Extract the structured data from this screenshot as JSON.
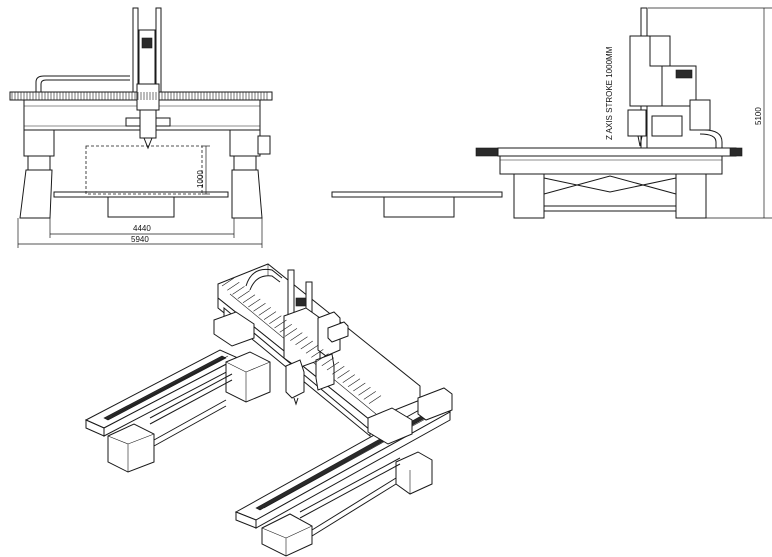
{
  "front_view": {
    "dim_inner": "4440",
    "dim_outer": "5940",
    "dim_height": "1000"
  },
  "side_view": {
    "z_axis_label": "Z AXIS STROKE 1000MM",
    "dim_total_height": "5100"
  }
}
